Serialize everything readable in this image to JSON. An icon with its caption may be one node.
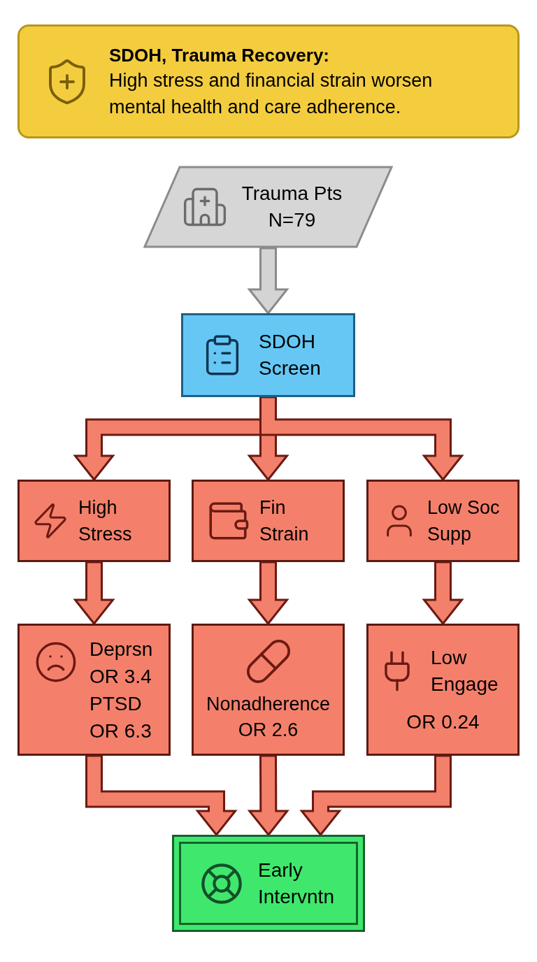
{
  "diagram": {
    "nodes": [
      {
        "text": [
          "SDOH, Trauma Recovery:",
          "High stress and financial strain worsen mental health and care adherence."
        ]
      },
      {
        "text": [
          "Trauma Pts N=79"
        ]
      },
      {
        "text": [
          "SDOH Screen"
        ]
      },
      {
        "text": [
          "High Stress"
        ]
      },
      {
        "text": [
          "Fin Strain"
        ]
      },
      {
        "text": [
          "Low Soc Supp"
        ]
      },
      {
        "text": [
          "Deprsn OR 3.4 PTSD OR 6.3"
        ]
      },
      {
        "text": [
          "Nonadherence OR 2.6"
        ]
      },
      {
        "text": [
          "Low Engage",
          "OR 0.24"
        ]
      },
      {
        "text": [
          "Early Intervntn"
        ]
      }
    ],
    "edges": [
      {
        "from": 1,
        "to": 2,
        "arrow": "to",
        "style": "thick",
        "color": "#d4d4d4"
      },
      {
        "from": 2,
        "to": 3,
        "arrow": "to",
        "style": "thick"
      },
      {
        "from": 2,
        "to": 4,
        "arrow": "to",
        "style": "thick"
      },
      {
        "from": 2,
        "to": 5,
        "arrow": "to",
        "style": "thick"
      },
      {
        "from": 3,
        "to": 6,
        "arrow": "to",
        "style": "thick"
      },
      {
        "from": 4,
        "to": 7,
        "arrow": "to",
        "style": "thick"
      },
      {
        "from": 5,
        "to": 8,
        "arrow": "to",
        "style": "thick"
      },
      {
        "from": 6,
        "to": 9,
        "arrow": "to",
        "style": "thick"
      },
      {
        "from": 7,
        "to": 9,
        "arrow": "to",
        "style": "thick"
      },
      {
        "from": 8,
        "to": 9,
        "arrow": "to",
        "style": "thick"
      }
    ]
  }
}
